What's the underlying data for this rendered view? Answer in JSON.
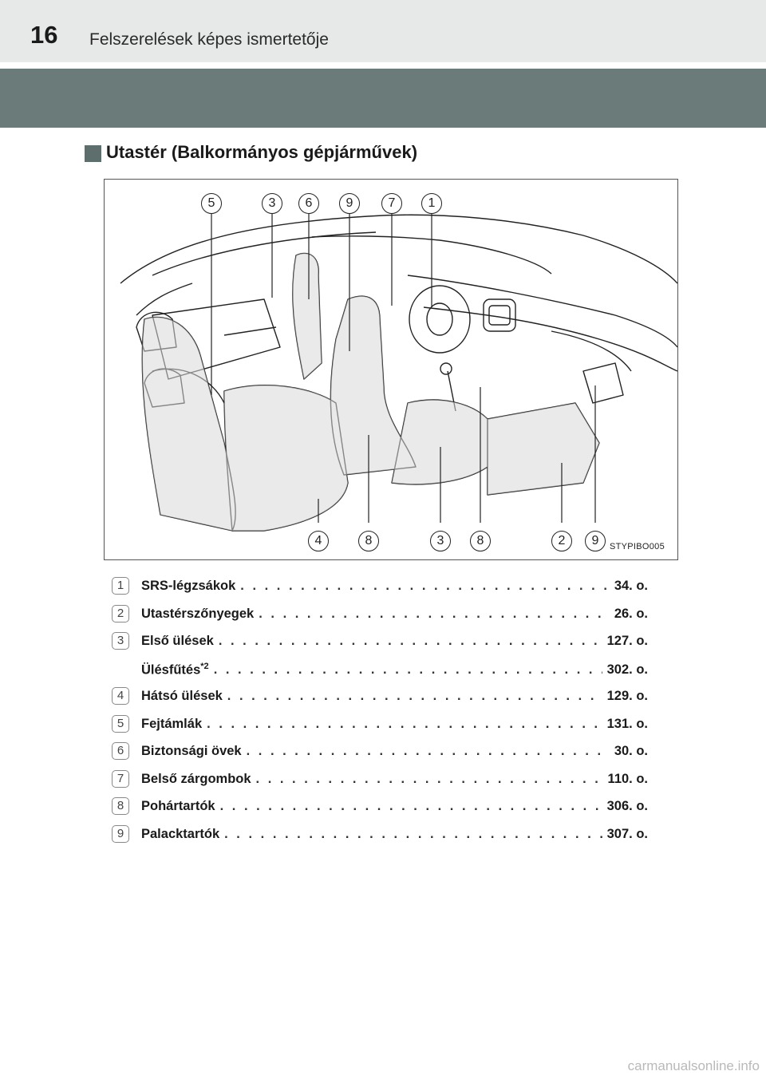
{
  "header": {
    "page_number": "16",
    "title": "Felszerelések képes ismertetője"
  },
  "section": {
    "heading": "Utastér (Balkormányos gépjárművek)"
  },
  "figure": {
    "code": "STYPIBO005",
    "top_callouts": [
      "5",
      "3",
      "6",
      "9",
      "7",
      "1"
    ],
    "bottom_callouts": [
      "4",
      "8",
      "3",
      "8",
      "2",
      "9"
    ]
  },
  "items": [
    {
      "num": "1",
      "label": "SRS-légzsákok",
      "sup": "",
      "page": "34. o."
    },
    {
      "num": "2",
      "label": "Utastérszőnyegek",
      "sup": "",
      "page": "26. o."
    },
    {
      "num": "3",
      "label": "Első ülések",
      "sup": "",
      "page": "127. o."
    },
    {
      "num": "",
      "label": "Ülésfűtés",
      "sup": "*2",
      "page": "302. o."
    },
    {
      "num": "4",
      "label": "Hátsó ülések",
      "sup": "",
      "page": "129. o."
    },
    {
      "num": "5",
      "label": "Fejtámlák",
      "sup": "",
      "page": "131. o."
    },
    {
      "num": "6",
      "label": "Biztonsági övek",
      "sup": "",
      "page": "30. o."
    },
    {
      "num": "7",
      "label": "Belső zárgombok",
      "sup": "",
      "page": "110. o."
    },
    {
      "num": "8",
      "label": "Pohártartók",
      "sup": "",
      "page": "306. o."
    },
    {
      "num": "9",
      "label": "Palacktartók",
      "sup": "",
      "page": "307. o."
    }
  ],
  "watermark": "carmanualsonline.info"
}
